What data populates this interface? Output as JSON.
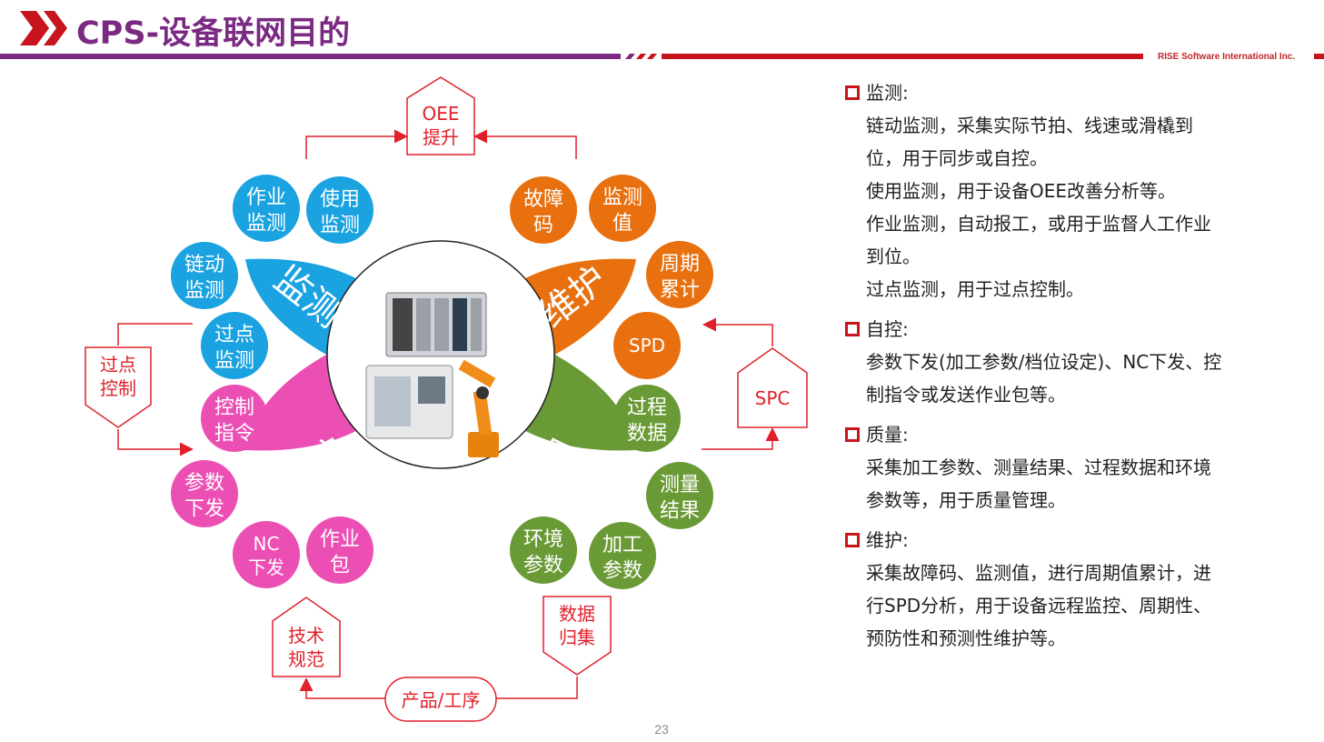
{
  "header": {
    "title": "CPS-设备联网目的",
    "company": "RISE Software International Inc."
  },
  "page_number": "23",
  "colors": {
    "purple": "#7a2a82",
    "red": "#c8141c",
    "blue": "#1aa3e0",
    "orange": "#e8700e",
    "pink": "#ec4fb4",
    "green": "#6a9a35"
  },
  "diagram": {
    "petals": {
      "monitor": "监测",
      "maintain": "维护",
      "control": "自控",
      "quality": "质量"
    },
    "monitor_bubbles": [
      "作业\n监测",
      "使用\n监测",
      "链动\n监测",
      "过点\n监测"
    ],
    "maintain_bubbles": [
      "故障\n码",
      "监测\n值",
      "周期\n累计",
      "SPD"
    ],
    "control_bubbles": [
      "控制\n指令",
      "参数\n下发",
      "NC\n下发",
      "作业\n包"
    ],
    "quality_bubbles": [
      "过程\n数据",
      "测量\n结果",
      "加工\n参数",
      "环境\n参数"
    ],
    "callouts": {
      "oee": "OEE\n提升",
      "spc": "SPC",
      "checkpoint": "过点\n控制",
      "tech": "技术\n规范",
      "data": "数据\n归集",
      "product": "产品/工序"
    }
  },
  "sections": [
    {
      "title": "监测:",
      "lines": [
        "链动监测，采集实际节拍、线速或滑橇到位，用于同步或自控。",
        "使用监测，用于设备OEE改善分析等。",
        "作业监测，自动报工，或用于监督人工作业到位。",
        "过点监测，用于过点控制。"
      ]
    },
    {
      "title": "自控:",
      "lines": [
        "参数下发(加工参数/档位设定)、NC下发、控制指令或发送作业包等。"
      ]
    },
    {
      "title": "质量:",
      "lines": [
        "采集加工参数、测量结果、过程数据和环境参数等，用于质量管理。"
      ]
    },
    {
      "title": "维护:",
      "lines": [
        "采集故障码、监测值，进行周期值累计，进行SPD分析，用于设备远程监控、周期性、预防性和预测性维护等。"
      ]
    }
  ]
}
